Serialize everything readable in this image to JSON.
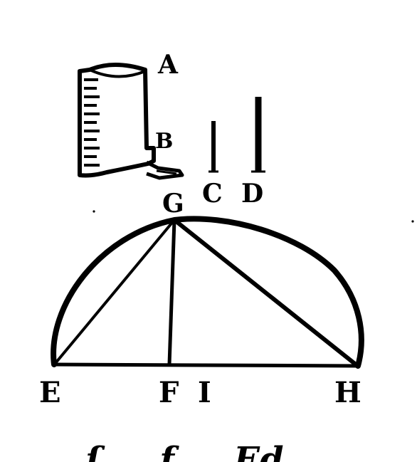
{
  "labels": {
    "A": "A",
    "B": "B",
    "C": "C",
    "D": "D",
    "G": "G",
    "E": "E",
    "F": "F",
    "I": "I",
    "H": "H"
  },
  "bottom_text": "ſ ... f ... Ed",
  "colors": {
    "ink": "#000000",
    "paper": "#ffffff"
  }
}
